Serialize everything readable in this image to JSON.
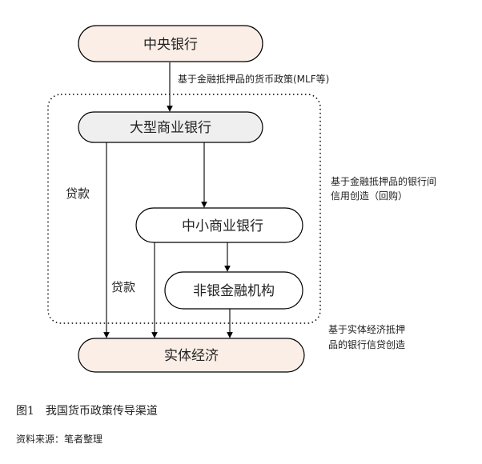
{
  "nodes": {
    "central_bank": "中央银行",
    "large_bank": "大型商业银行",
    "small_bank": "中小商业银行",
    "nonbank": "非银金融机构",
    "real_economy": "实体经济"
  },
  "labels": {
    "mlf_policy": "基于金融抵押品的货币政策(MLF等)",
    "interbank_line1": "基于金融抵押品的银行间",
    "interbank_line2": "信用创造（回购）",
    "real_line1": "基于实体经济抵押",
    "real_line2": "品的银行信贷创造",
    "loan_upper": "贷款",
    "loan_lower": "贷款"
  },
  "caption": {
    "figure": "图1　我国货币政策传导渠道",
    "source": "资料来源：笔者整理"
  },
  "colors": {
    "central_fill": "#fbeee6",
    "large_fill": "#efefef",
    "white_fill": "#ffffff",
    "real_fill": "#fbeee6"
  }
}
